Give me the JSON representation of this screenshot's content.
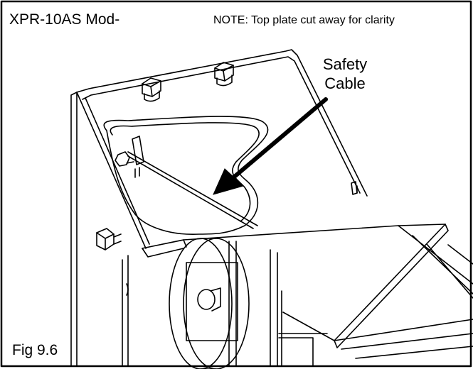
{
  "diagram": {
    "title": "XPR-10AS Mod-",
    "note": "NOTE: Top plate cut away for clarity",
    "callout_line1": "Safety",
    "callout_line2": "Cable",
    "figure_number": "Fig 9.6"
  },
  "colors": {
    "ink": "#000000",
    "paper": "#ffffff"
  }
}
